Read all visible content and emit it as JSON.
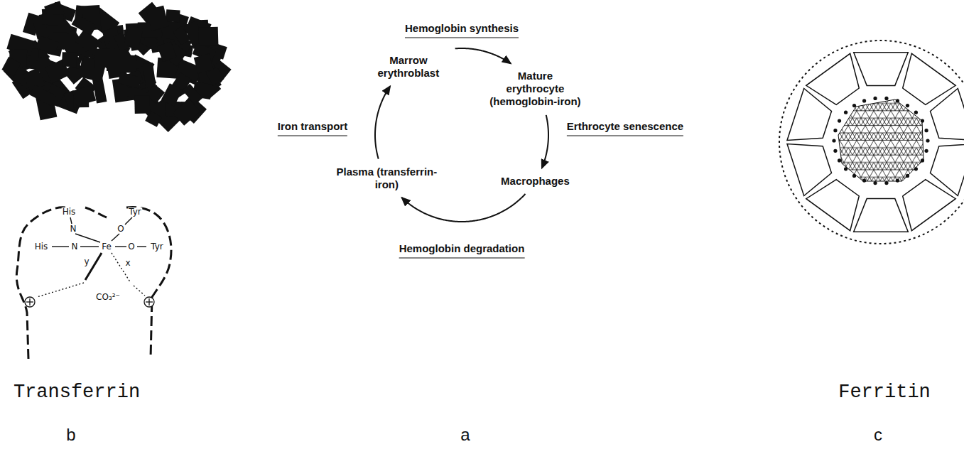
{
  "diagram": {
    "nodes": [
      {
        "text": [
          "Marrow erythroblast"
        ]
      },
      {
        "text": [
          "Mature erythrocyte (hemoglobin-iron)"
        ]
      },
      {
        "text": [
          "Macrophages"
        ]
      },
      {
        "text": [
          "Plasma (transferrin-iron)"
        ]
      }
    ],
    "edges": [
      {
        "from": 0,
        "to": 1,
        "arrow": "to"
      },
      {
        "from": 1,
        "to": 2,
        "arrow": "to"
      },
      {
        "from": 2,
        "to": 3,
        "arrow": "to"
      },
      {
        "from": 3,
        "to": 0,
        "arrow": "to"
      }
    ],
    "labels": [
      "Hemoglobin synthesis",
      "Iron transport",
      "Erthrocyte senescence",
      "Hemoglobin degradation",
      "His",
      "Tyr",
      "N",
      "O",
      "His",
      "N",
      "Fe",
      "O",
      "Tyr",
      "y",
      "x",
      "CO₃²⁻",
      "Transferrin",
      "b",
      "a",
      "Ferritin",
      "c"
    ]
  }
}
